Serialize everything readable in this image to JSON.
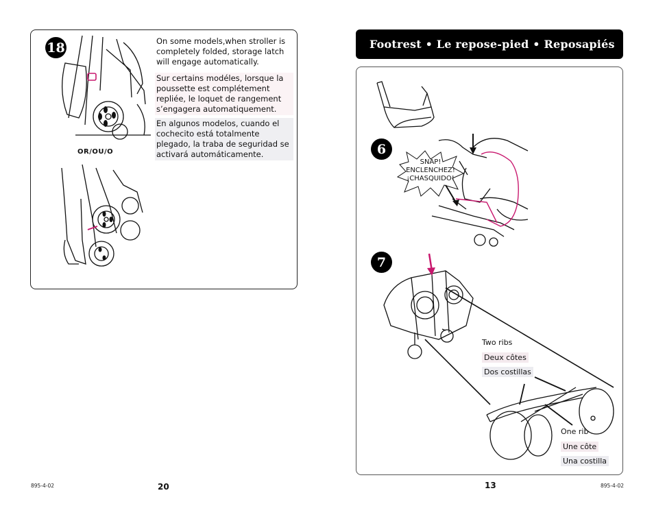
{
  "left_page": {
    "step_number": "18",
    "para_en": "On some models,when stroller is completely folded, storage latch will engage automatically.",
    "para_fr": "Sur certains modéles, lorsque la poussette est complétement repliée, le loquet de rangement s’engagera automatiquement.",
    "para_es": "En algunos modelos, cuando el cochecito está totalmente plegado, la traba de seguridad se activará automáticamente.",
    "or_label": "OR/OU/O",
    "page_number": "20",
    "doc_code": "895-4-02"
  },
  "right_page": {
    "header_title": "Footrest  •  Le repose-pied  •  Reposapiés",
    "step6_number": "6",
    "snap_line1": "SNAP!",
    "snap_line2": "ENCLENCHEZ!",
    "snap_line3": "¡CHASQUIDO!",
    "step7_number": "7",
    "two_ribs_en": "Two ribs",
    "two_ribs_fr": "Deux côtes",
    "two_ribs_es": "Dos costillas",
    "one_rib_en": "One rib",
    "one_rib_fr": "Une côte",
    "one_rib_es": "Una costilla",
    "page_number": "13",
    "doc_code": "895-4-02"
  },
  "colors": {
    "accent_magenta": "#c8186e",
    "ink": "#111111",
    "header_bg": "#000000"
  }
}
